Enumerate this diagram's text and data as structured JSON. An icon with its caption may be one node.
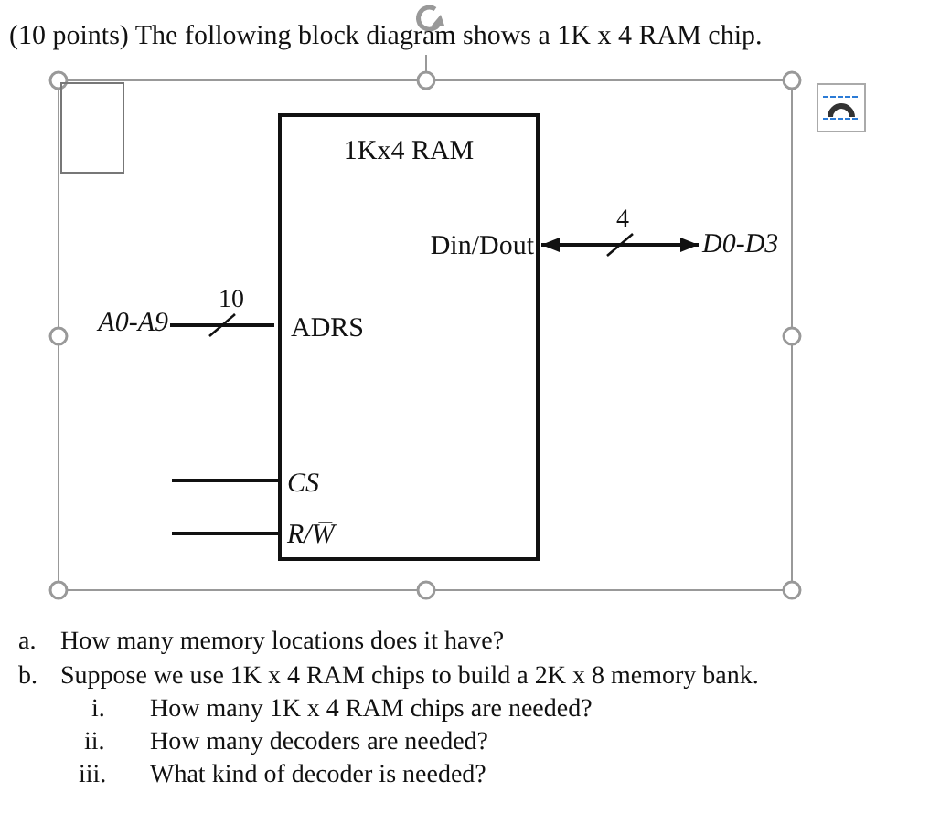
{
  "diagram": {
    "nodes": [
      {
        "text": [
          "1Kx4 RAM",
          "Din/Dout",
          "ADRS",
          "CS",
          "R/W̅"
        ]
      },
      {
        "text": [
          "D0-D3"
        ]
      },
      {
        "text": [
          "A0-A9"
        ]
      },
      {
        "text": [],
        "shape": "box"
      }
    ],
    "edges": [
      {
        "from": 0,
        "to": 1,
        "arrow": "both",
        "label": "4"
      },
      {
        "from": 2,
        "to": 0,
        "arrow": "none",
        "label": "10"
      },
      {
        "from": null,
        "to": 0,
        "arrow": "none"
      },
      {
        "from": null,
        "to": 0,
        "arrow": "none"
      }
    ],
    "labels": [
      "(10 points) The following block diagram shows a 1K x 4 RAM chip.",
      "a.",
      "How many memory locations does it have?",
      "b.",
      "Suppose we use 1K x 4 RAM chips to build a 2K x 8 memory bank.",
      "i.",
      "How many 1K x 4 RAM chips are needed?",
      "ii.",
      "How many decoders are needed?",
      "iii.",
      "What kind of decoder is needed?"
    ]
  }
}
